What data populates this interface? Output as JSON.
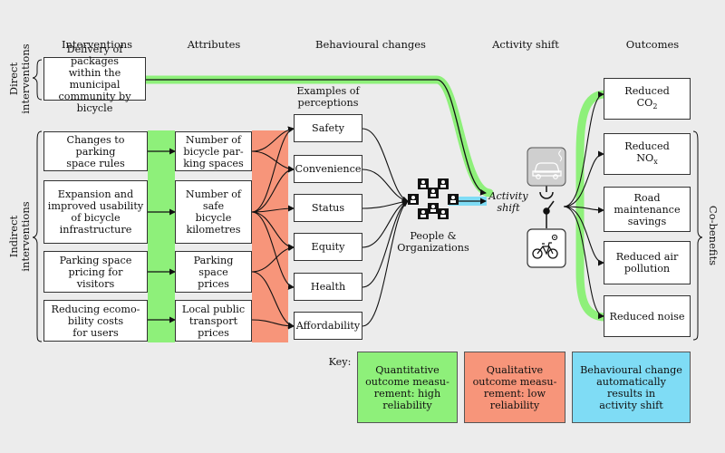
{
  "headers": {
    "interventions": "Interventions",
    "attributes": "Attributes",
    "behavioural": "Behavioural changes",
    "activity": "Activity shift",
    "outcomes": "Outcomes"
  },
  "side_labels": {
    "direct": "Direct\ninterventions",
    "indirect": "Indirect\ninterventions",
    "cobenefits": "Co-benefits"
  },
  "direct_intervention": "Delivery of packages\nwithin the municipal\ncommunity by bicycle",
  "interventions": [
    "Changes to parking\nspace rules",
    "Expansion and\nimproved usability\nof bicycle\ninfrastructure",
    "Parking space\npricing for\nvisitors",
    "Reducing ecomo-\nbility costs\nfor users"
  ],
  "attributes": [
    "Number of\nbicycle par-\nking spaces",
    "Number of\nsafe\nbicycle\nkilometres",
    "Parking space\nprices",
    "Local public\ntransport\nprices"
  ],
  "perceptions_title": "Examples of\nperceptions",
  "perceptions": [
    "Safety",
    "Convenience",
    "Status",
    "Equity",
    "Health",
    "Affordability"
  ],
  "people_label": "People &\nOrganizations",
  "activity_shift_label": "Activity\nshift",
  "outcomes": {
    "co2": {
      "main": "Reduced",
      "chem": "CO",
      "sub": "2"
    },
    "nox": {
      "main": "Reduced",
      "chem": "NO",
      "sub": "x"
    },
    "road": "Road\nmaintenance\nsavings",
    "air": "Reduced air\npollution",
    "noise": "Reduced noise"
  },
  "key": {
    "label": "Key:",
    "green": "Quantitative\noutcome measu-\nrement: high\nreliability",
    "orange": "Qualitative\noutcome measu-\nrement: low\nreliability",
    "blue": "Behavioural change\nautomatically\nresults in\nactivity shift"
  },
  "colors": {
    "green": "#8ef07a",
    "orange": "#f7957a",
    "blue": "#7fdcf5",
    "car_box": "#cfcfcf"
  },
  "icons": [
    "car-icon",
    "bicycle-icon",
    "switch-icon",
    "person-icon"
  ]
}
